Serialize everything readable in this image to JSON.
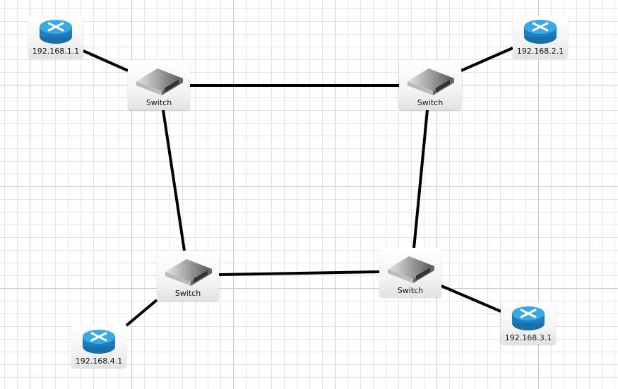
{
  "nodes": {
    "router1": {
      "label": "192.168.1.1",
      "icon": "router-icon"
    },
    "router2": {
      "label": "192.168.2.1",
      "icon": "router-icon"
    },
    "router3": {
      "label": "192.168.3.1",
      "icon": "router-icon"
    },
    "router4": {
      "label": "192.168.4.1",
      "icon": "router-icon"
    },
    "switch1": {
      "label": "Switch",
      "icon": "switch-icon"
    },
    "switch2": {
      "label": "Switch",
      "icon": "switch-icon"
    },
    "switch3": {
      "label": "Switch",
      "icon": "switch-icon"
    },
    "switch4": {
      "label": "Switch",
      "icon": "switch-icon"
    }
  },
  "links": [
    [
      "router1",
      "switch1"
    ],
    [
      "switch1",
      "switch2"
    ],
    [
      "switch2",
      "router2"
    ],
    [
      "switch1",
      "switch3"
    ],
    [
      "switch2",
      "switch4"
    ],
    [
      "switch3",
      "switch4"
    ],
    [
      "switch4",
      "router3"
    ],
    [
      "switch3",
      "router4"
    ]
  ],
  "colors": {
    "router": "#1e8fd0",
    "link": "#000000"
  }
}
